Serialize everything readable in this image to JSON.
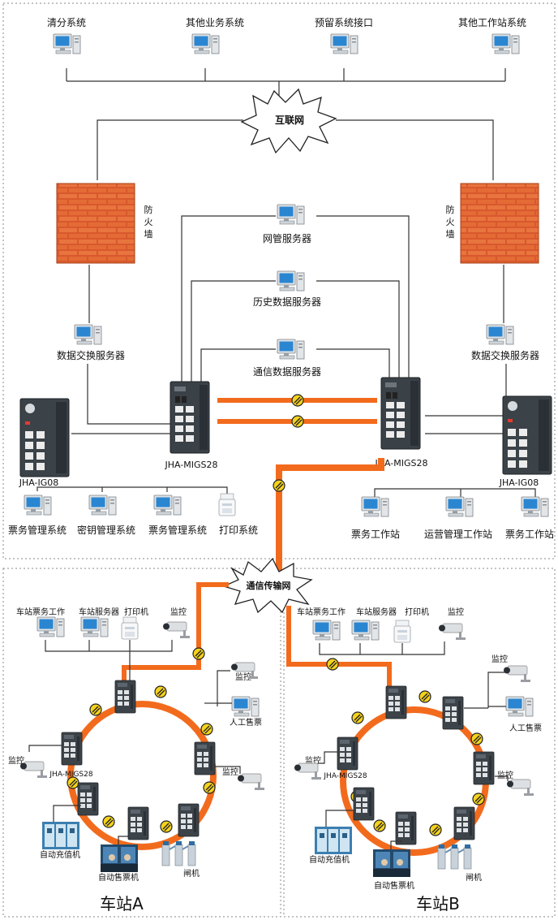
{
  "central": {
    "external_systems": [
      "清分系统",
      "其他业务系统",
      "预留系统接口",
      "其他工作站系统"
    ],
    "internet": "互联网",
    "firewall_left": [
      "防",
      "火",
      "墙"
    ],
    "firewall_right": [
      "防",
      "火",
      "墙"
    ],
    "servers": [
      "网管服务器",
      "历史数据服务器",
      "通信数据服务器"
    ],
    "data_exchange_left": "数据交换服务器",
    "data_exchange_right": "数据交换服务器",
    "switch_left": "JHA-MIGS28",
    "switch_right": "JHA-MIGS28",
    "ig_left": "JHA-IG08",
    "ig_right": "JHA-IG08",
    "bottom_left_systems": [
      "票务管理系统",
      "密钥管理系统",
      "票务管理系统",
      "打印系统"
    ],
    "bottom_right_systems": [
      "票务工作站",
      "运营管理工作站",
      "票务工作站"
    ]
  },
  "network_cloud": "通信传输网",
  "station_a": {
    "title": "车站A",
    "top_devices": [
      "车站票务工作",
      "车站服务器",
      "打印机",
      "监控"
    ],
    "monitor_upper_right": "监控",
    "manual_ticket": "人工售票",
    "monitor_left": "监控",
    "switch_label": "JHA-MIGS28",
    "monitor_right": "监控",
    "auto_recharge": "自动充值机",
    "auto_ticket": "自动售票机",
    "gate": "闸机"
  },
  "station_b": {
    "title": "车站B",
    "top_devices": [
      "车站票务工作",
      "车站服务器",
      "打印机",
      "监控"
    ],
    "monitor_upper_right": "监控",
    "manual_ticket": "人工售票",
    "monitor_left": "监控",
    "switch_label": "JHA-MIGS28",
    "monitor_right": "监控",
    "auto_recharge": "自动充值机",
    "auto_ticket": "自动售票机",
    "gate": "闸机"
  }
}
